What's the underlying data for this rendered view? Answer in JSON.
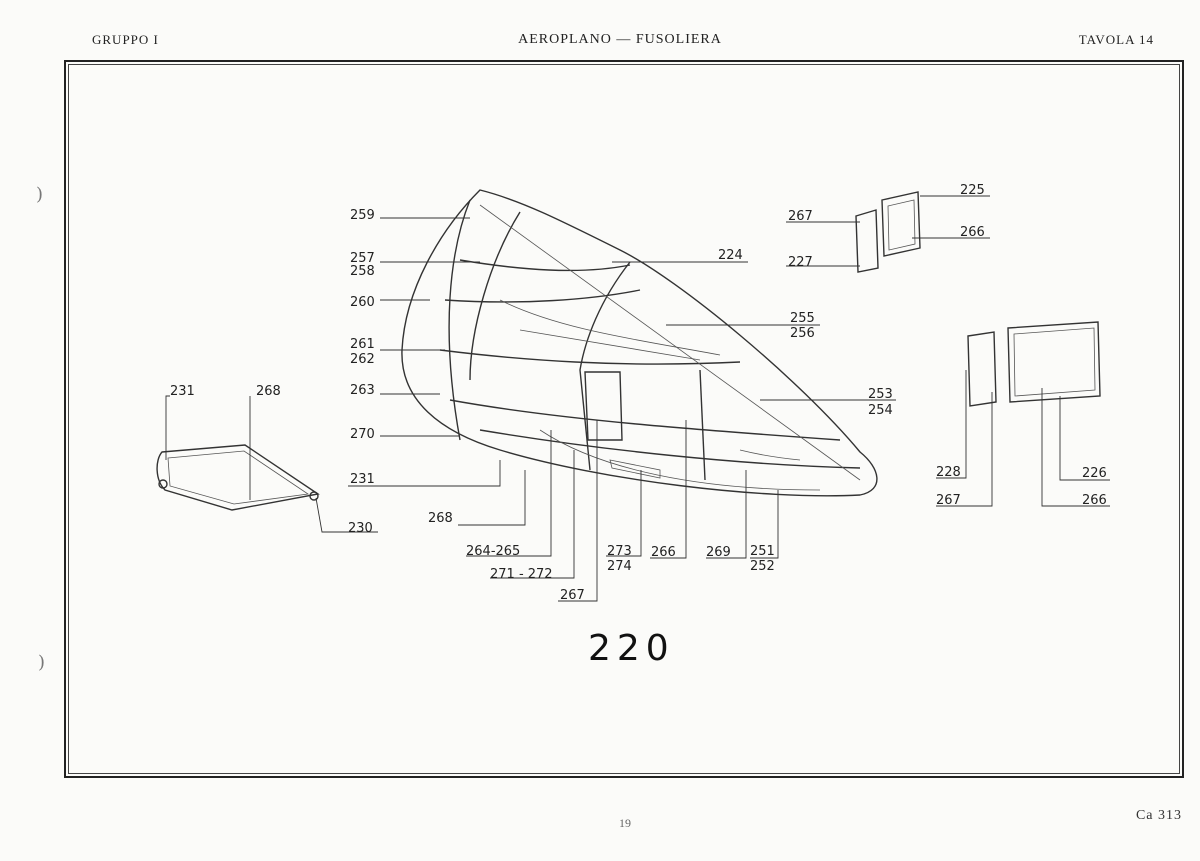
{
  "header": {
    "left": "GRUPPO I",
    "center": "AEROPLANO — FUSOLIERA",
    "right": "TAVOLA 14"
  },
  "figure_number": "220",
  "part_labels": [
    "259",
    "257",
    "258",
    "260",
    "261",
    "262",
    "263",
    "270",
    "231",
    "268",
    "231",
    "268",
    "230",
    "264-265",
    "271 - 272",
    "267",
    "273",
    "274",
    "266",
    "269",
    "251",
    "252",
    "224",
    "255",
    "256",
    "253",
    "254",
    "267",
    "227",
    "225",
    "266",
    "228",
    "267",
    "226",
    "266"
  ],
  "footer": {
    "page": "19",
    "right": "Ca 313"
  }
}
